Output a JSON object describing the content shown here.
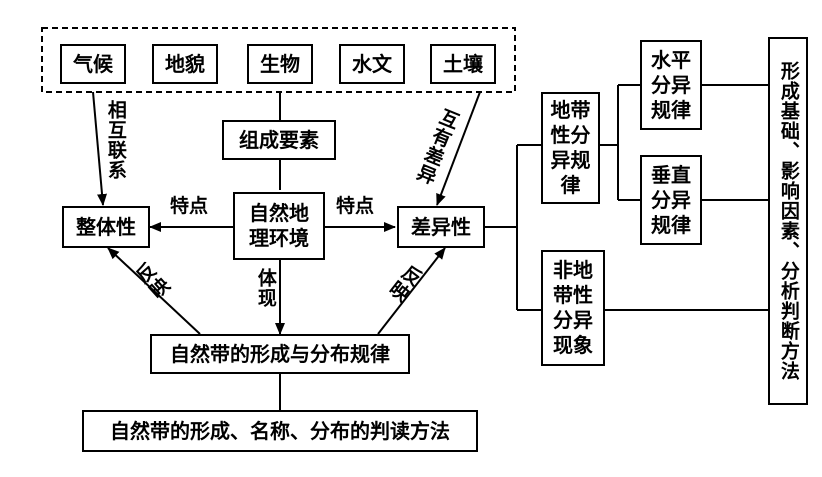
{
  "elements": [
    "气候",
    "地貌",
    "生物",
    "水文",
    "土壤"
  ],
  "composition": "组成要素",
  "center": "自然地\n理环境",
  "wholeness": "整体性",
  "difference": "差异性",
  "natural_zones": "自然带的形成与分布规律",
  "reading_method": "自然带的形成、名称、分布的判读方法",
  "zonal": "地带\n性分\n异规\n律",
  "horizontal": "水平\n分异\n规律",
  "vertical": "垂直\n分异\n规律",
  "azonal": "非地\n带性\n分异\n现象",
  "side_note": "形成基础、影响因素、分析判断方法",
  "labels": {
    "mutual_link": "相互联系",
    "mutual_diff": "互有差异",
    "trait_left": "特点",
    "trait_right": "特点",
    "embody": "体现",
    "reflect_left": "反映",
    "reflect_right": "反映"
  }
}
